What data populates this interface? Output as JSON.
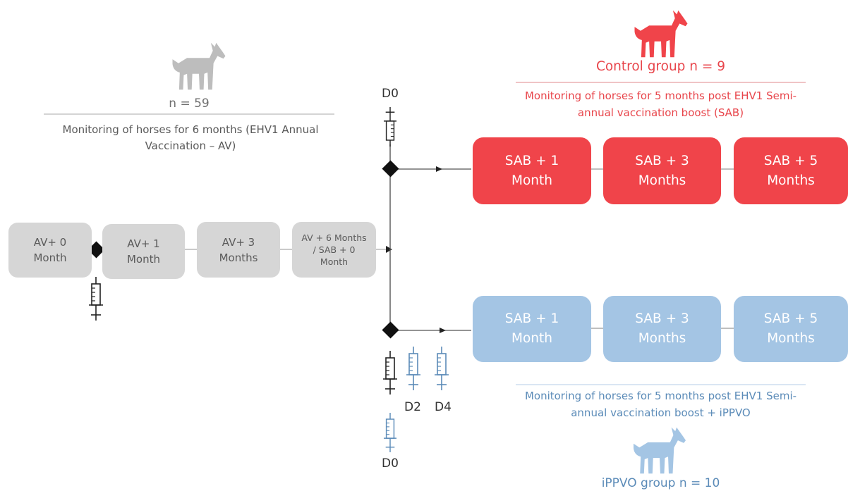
{
  "left_group": {
    "n_label": "n = 59",
    "description_line1": "Monitoring of horses for 6 months (EHV1 Annual",
    "description_line2": "Vaccination – AV)",
    "color": "#a9a9a9"
  },
  "timeline_boxes": [
    {
      "line1": "AV+ 0",
      "line2": "Month"
    },
    {
      "line1": "AV+ 1",
      "line2": "Month"
    },
    {
      "line1": "AV+ 3",
      "line2": "Months"
    },
    {
      "line1": "AV + 6 Months",
      "line2": "/ SAB + 0",
      "line3": "Month"
    }
  ],
  "control_group": {
    "title": "Control group n = 9",
    "description_line1": "Monitoring of horses for 5 months post EHV1 Semi-",
    "description_line2": "annual vaccination boost (SAB)",
    "color": "#f0444a",
    "boxes": [
      {
        "line1": "SAB + 1",
        "line2": "Month"
      },
      {
        "line1": "SAB + 3",
        "line2": "Months"
      },
      {
        "line1": "SAB + 5",
        "line2": "Months"
      }
    ]
  },
  "ippvo_group": {
    "title": "iPPVO group n = 10",
    "description_line1": "Monitoring of horses for 5 months post EHV1 Semi-",
    "description_line2": "annual vaccination boost + iPPVO",
    "color": "#a4c5e4",
    "boxes": [
      {
        "line1": "SAB + 1",
        "line2": "Month"
      },
      {
        "line1": "SAB + 3",
        "line2": "Months"
      },
      {
        "line1": "SAB + 5",
        "line2": "Months"
      }
    ]
  },
  "day_labels": {
    "top_d0": "D0",
    "bottom_d0": "D0",
    "d2": "D2",
    "d4": "D4"
  },
  "icons": [
    "horse-icon",
    "syringe-icon",
    "diamond-marker-icon",
    "arrow-icon"
  ]
}
